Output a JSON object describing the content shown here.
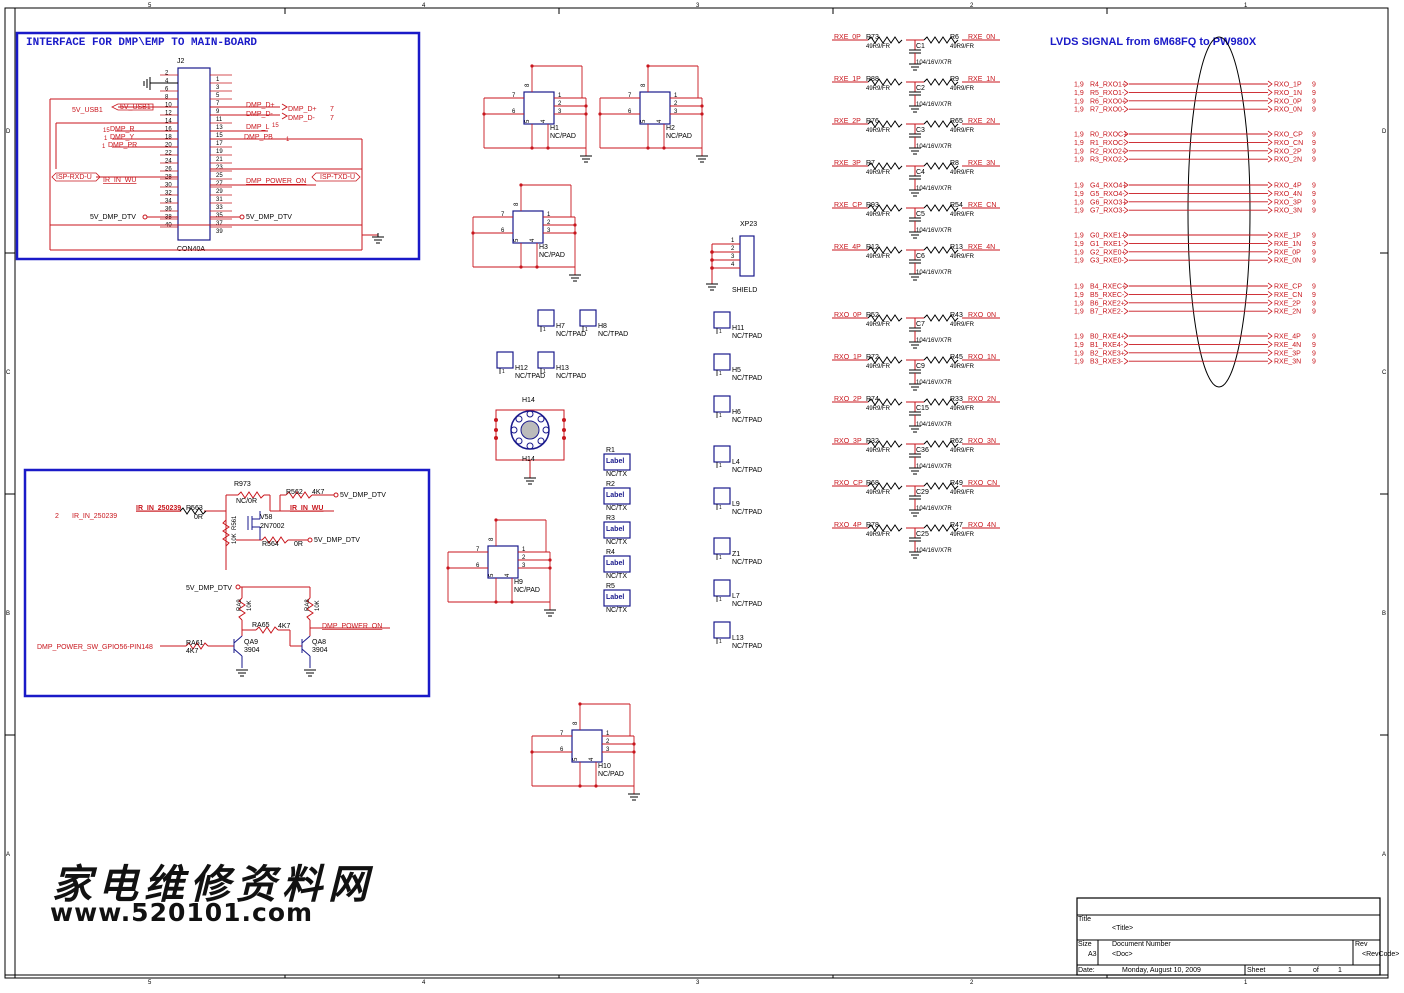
{
  "border": {
    "cols": [
      "5",
      "4",
      "3",
      "2",
      "1"
    ],
    "rows": [
      "D",
      "C",
      "B",
      "A"
    ]
  },
  "colors": {
    "wire": "#c8161d",
    "box": "#1a1ac8",
    "ink": "#1a1a8c",
    "black": "#000000"
  },
  "dmp_block": {
    "title": "INTERFACE FOR DMP\\EMP TO MAIN-BOARD",
    "connector_ref": "J2",
    "connector_value": "CON40A",
    "left_pins": [
      "2",
      "4",
      "6",
      "8",
      "10",
      "12",
      "14",
      "16",
      "18",
      "20",
      "22",
      "24",
      "26",
      "28",
      "30",
      "32",
      "34",
      "36",
      "38",
      "40"
    ],
    "right_pins": [
      "1",
      "3",
      "5",
      "7",
      "9",
      "11",
      "13",
      "15",
      "17",
      "19",
      "21",
      "23",
      "25",
      "27",
      "29",
      "31",
      "33",
      "35",
      "37",
      "39"
    ],
    "nets": {
      "usb_port": "5V_USB1",
      "usb_net": "5V_USB1",
      "dmp_r": "DMP_R",
      "dmp_y": "DMP_Y",
      "dmp_pr": "DMP_PR",
      "r_num": "15",
      "y_num": "1",
      "pr_num": "1",
      "isp_rxd": "ISP-RXD-U",
      "ir_in_wu": "IR_IN_WU",
      "v5_left": "5V_DMP_DTV",
      "dmp_dp": "DMP_D+",
      "dmp_dm": "DMP_D-",
      "dmp_dp_port": "DMP_D+",
      "dmp_dm_port": "DMP_D-",
      "dp_num": "7",
      "dm_num": "7",
      "dmp_l": "DMP_L",
      "l_num": "15",
      "dmp_pb": "DMP_PB",
      "pb_num": "1",
      "dmp_power_on": "DMP_POWER_ON",
      "isp_txd": "ISP-TXD-U",
      "v5_right": "5V_DMP_DTV"
    }
  },
  "ir_block": {
    "ir_in_num": "2",
    "ir_in_label": "IR_IN_250239",
    "ir_in_net": "IR_IN_250239",
    "ir_in_wu": "IR_IN_WU",
    "r973": "R973",
    "r973_val": "NC/0R",
    "r563": "R563",
    "r563_val": "0R",
    "r562": "R562",
    "r562_val": "4K7",
    "v58": "V58",
    "v58_val": "2N7002",
    "r561_val": "10K",
    "r561": "R561",
    "r564": "R564",
    "r564_val": "0R",
    "v5a": "5V_DMP_DTV",
    "v5b": "5V_DMP_DTV",
    "v5c": "5V_DMP_DTV",
    "ra9": "RA9",
    "ra9_val": "10K",
    "ra8": "RA8",
    "ra8_val": "10K",
    "ra65": "RA65",
    "ra65_val": "4K7",
    "dmp_power_on": "DMP_POWER_ON",
    "sw_label": "DMP_POWER_SW_GPIO56-PIN148",
    "ra61": "RA61",
    "ra61_val": "4K7",
    "qa9": "QA9",
    "qa9_val": "3904",
    "qa8": "QA8",
    "qa8_val": "3904"
  },
  "pads": [
    {
      "ref": "H1",
      "val": "NC/PAD"
    },
    {
      "ref": "H2",
      "val": "NC/PAD"
    },
    {
      "ref": "H3",
      "val": "NC/PAD"
    },
    {
      "ref": "H9",
      "val": "NC/PAD"
    },
    {
      "ref": "H10",
      "val": "NC/PAD"
    }
  ],
  "tpads": [
    {
      "ref": "H7",
      "val": "NC/TPAD"
    },
    {
      "ref": "H8",
      "val": "NC/TPAD"
    },
    {
      "ref": "H12",
      "val": "NC/TPAD"
    },
    {
      "ref": "H13",
      "val": "NC/TPAD"
    }
  ],
  "xp23": {
    "ref": "XP23",
    "val": "SHIELD",
    "pins": [
      "1",
      "2",
      "3",
      "4"
    ]
  },
  "right_tpads": [
    {
      "ref": "H11",
      "val": "NC/TPAD"
    },
    {
      "ref": "H5",
      "val": "NC/TPAD"
    },
    {
      "ref": "H6",
      "val": "NC/TPAD"
    },
    {
      "ref": "L4",
      "val": "NC/TPAD"
    },
    {
      "ref": "L9",
      "val": "NC/TPAD"
    },
    {
      "ref": "Z1",
      "val": "NC/TPAD"
    },
    {
      "ref": "L7",
      "val": "NC/TPAD"
    },
    {
      "ref": "L13",
      "val": "NC/TPAD"
    }
  ],
  "h14": {
    "ref_top": "H14",
    "ref_bot": "H14"
  },
  "labels_col": [
    {
      "ref": "R1",
      "txt": "Label",
      "val": "NC/TX"
    },
    {
      "ref": "R2",
      "txt": "Label",
      "val": "NC/TX"
    },
    {
      "ref": "R3",
      "txt": "Label",
      "val": "NC/TX"
    },
    {
      "ref": "R4",
      "txt": "Label",
      "val": "NC/TX"
    },
    {
      "ref": "R5",
      "txt": "Label",
      "val": "NC/TX"
    }
  ],
  "terminations": [
    {
      "lnet": "RXE_0P",
      "lref": "R73",
      "cref": "C1",
      "rref": "R6",
      "rnet": "RXE_0N"
    },
    {
      "lnet": "RXE_1P",
      "lref": "R88",
      "cref": "C2",
      "rref": "R9",
      "rnet": "RXE_1N"
    },
    {
      "lnet": "RXE_2P",
      "lref": "R76",
      "cref": "C3",
      "rref": "R65",
      "rnet": "RXE_2N"
    },
    {
      "lnet": "RXE_3P",
      "lref": "R7",
      "cref": "C4",
      "rref": "R8",
      "rnet": "RXE_3N"
    },
    {
      "lnet": "RXE_CP",
      "lref": "R93",
      "cref": "C5",
      "rref": "R54",
      "rnet": "RXE_CN"
    },
    {
      "lnet": "RXE_4P",
      "lref": "R12",
      "cref": "C6",
      "rref": "R13",
      "rnet": "RXE_4N"
    },
    {
      "lnet": "RXO_0P",
      "lref": "R52",
      "cref": "C7",
      "rref": "R43",
      "rnet": "RXO_0N"
    },
    {
      "lnet": "RXO_1P",
      "lref": "R72",
      "cref": "C9",
      "rref": "R45",
      "rnet": "RXO_1N"
    },
    {
      "lnet": "RXO_2P",
      "lref": "R74",
      "cref": "C15",
      "rref": "R33",
      "rnet": "RXO_2N"
    },
    {
      "lnet": "RXO_3P",
      "lref": "R32",
      "cref": "C36",
      "rref": "R62",
      "rnet": "RXO_3N"
    },
    {
      "lnet": "RXO_CP",
      "lref": "R68",
      "cref": "C29",
      "rref": "R49",
      "rnet": "RXO_CN"
    },
    {
      "lnet": "RXO_4P",
      "lref": "R78",
      "cref": "C25",
      "rref": "R47",
      "rnet": "RXO_4N"
    }
  ],
  "term_values": {
    "res": "49R9/FR",
    "cap": "104/16V/X7R"
  },
  "lvds": {
    "title": "LVDS SIGNAL from 6M68FQ to PW980X",
    "groups": [
      [
        {
          "l": "1,9",
          "in": "R4_RXO1+",
          "out": "RXO_1P",
          "n": "9"
        },
        {
          "l": "1,9",
          "in": "R5_RXO1-",
          "out": "RXO_1N",
          "n": "9"
        },
        {
          "l": "1,9",
          "in": "R6_RXO0+",
          "out": "RXO_0P",
          "n": "9"
        },
        {
          "l": "1,9",
          "in": "R7_RXO0-",
          "out": "RXO_0N",
          "n": "9"
        }
      ],
      [
        {
          "l": "1,9",
          "in": "R0_RXOC+",
          "out": "RXO_CP",
          "n": "9"
        },
        {
          "l": "1,9",
          "in": "R1_RXOC-",
          "out": "RXO_CN",
          "n": "9"
        },
        {
          "l": "1,9",
          "in": "R2_RXO2+",
          "out": "RXO_2P",
          "n": "9"
        },
        {
          "l": "1,9",
          "in": "R3_RXO2-",
          "out": "RXO_2N",
          "n": "9"
        }
      ],
      [
        {
          "l": "1,9",
          "in": "G4_RXO4+",
          "out": "RXO_4P",
          "n": "9"
        },
        {
          "l": "1,9",
          "in": "G5_RXO4-",
          "out": "RXO_4N",
          "n": "9"
        },
        {
          "l": "1,9",
          "in": "G6_RXO3+",
          "out": "RXO_3P",
          "n": "9"
        },
        {
          "l": "1,9",
          "in": "G7_RXO3-",
          "out": "RXO_3N",
          "n": "9"
        }
      ],
      [
        {
          "l": "1,9",
          "in": "G0_RXE1+",
          "out": "RXE_1P",
          "n": "9"
        },
        {
          "l": "1,9",
          "in": "G1_RXE1-",
          "out": "RXE_1N",
          "n": "9"
        },
        {
          "l": "1,9",
          "in": "G2_RXE0+",
          "out": "RXE_0P",
          "n": "9"
        },
        {
          "l": "1,9",
          "in": "G3_RXE0-",
          "out": "RXE_0N",
          "n": "9"
        }
      ],
      [
        {
          "l": "1,9",
          "in": "B4_RXEC+",
          "out": "RXE_CP",
          "n": "9"
        },
        {
          "l": "1,9",
          "in": "B5_RXEC-",
          "out": "RXE_CN",
          "n": "9"
        },
        {
          "l": "1,9",
          "in": "B6_RXE2+",
          "out": "RXE_2P",
          "n": "9"
        },
        {
          "l": "1,9",
          "in": "B7_RXE2-",
          "out": "RXE_2N",
          "n": "9"
        }
      ],
      [
        {
          "l": "1,9",
          "in": "B0_RXE4+",
          "out": "RXE_4P",
          "n": "9"
        },
        {
          "l": "1,9",
          "in": "B1_RXE4-",
          "out": "RXE_4N",
          "n": "9"
        },
        {
          "l": "1,9",
          "in": "B2_RXE3+",
          "out": "RXE_3P",
          "n": "9"
        },
        {
          "l": "1,9",
          "in": "B3_RXE3-",
          "out": "RXE_3N",
          "n": "9"
        }
      ]
    ]
  },
  "watermark": {
    "cn": "家电维修资料网",
    "url": "www.520101.com"
  },
  "title_block": {
    "title_lbl": "Title",
    "title_val": "<Title>",
    "size_lbl": "Size",
    "size_val": "A3",
    "docnum_lbl": "Document Number",
    "docnum_val": "<Doc>",
    "rev_lbl": "Rev",
    "rev_val": "<RevCode>",
    "date_lbl": "Date:",
    "date_val": "Monday, August 10, 2009",
    "sheet_lbl": "Sheet",
    "sheet_val": "1",
    "of_lbl": "of",
    "of_val": "1"
  }
}
